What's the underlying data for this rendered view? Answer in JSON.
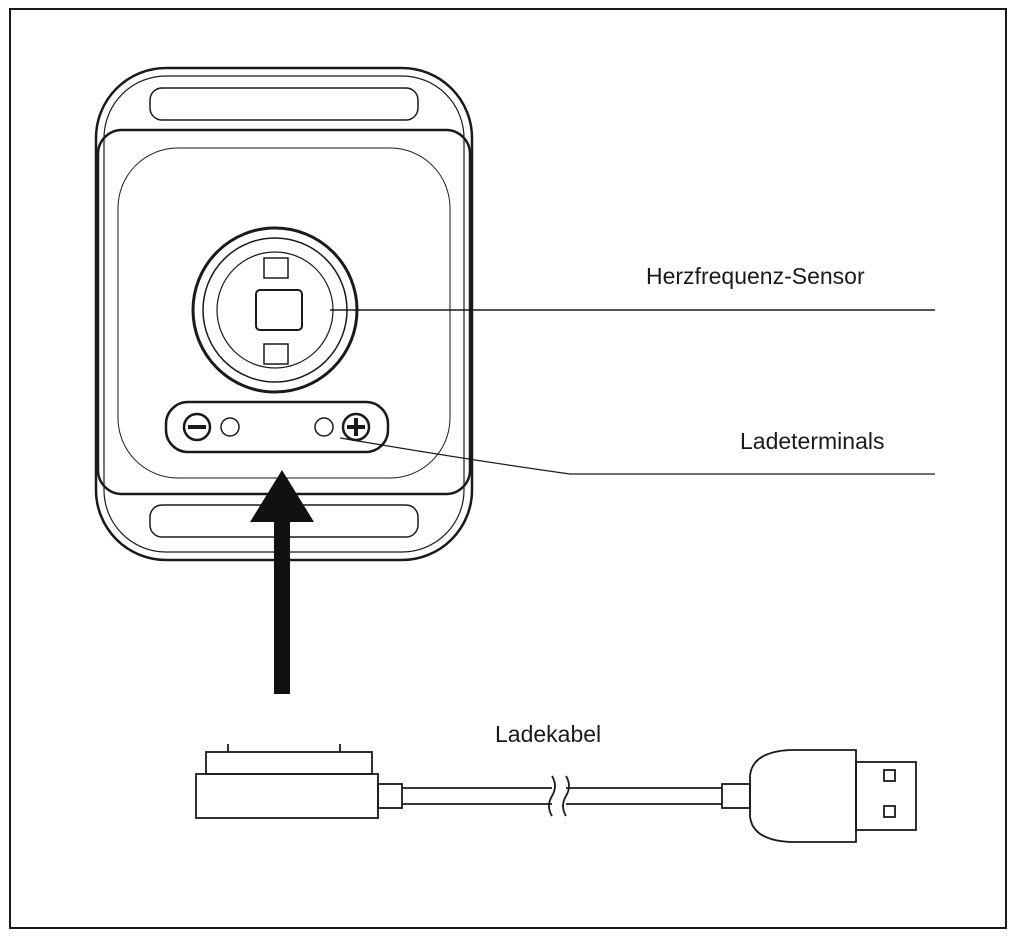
{
  "labels": {
    "heart_rate_sensor": "Herzfrequenz-Sensor",
    "charging_terminals": "Ladeterminals",
    "charging_cable": "Ladekabel"
  },
  "colors": {
    "line": "#1a1a1a",
    "background": "#ffffff"
  }
}
